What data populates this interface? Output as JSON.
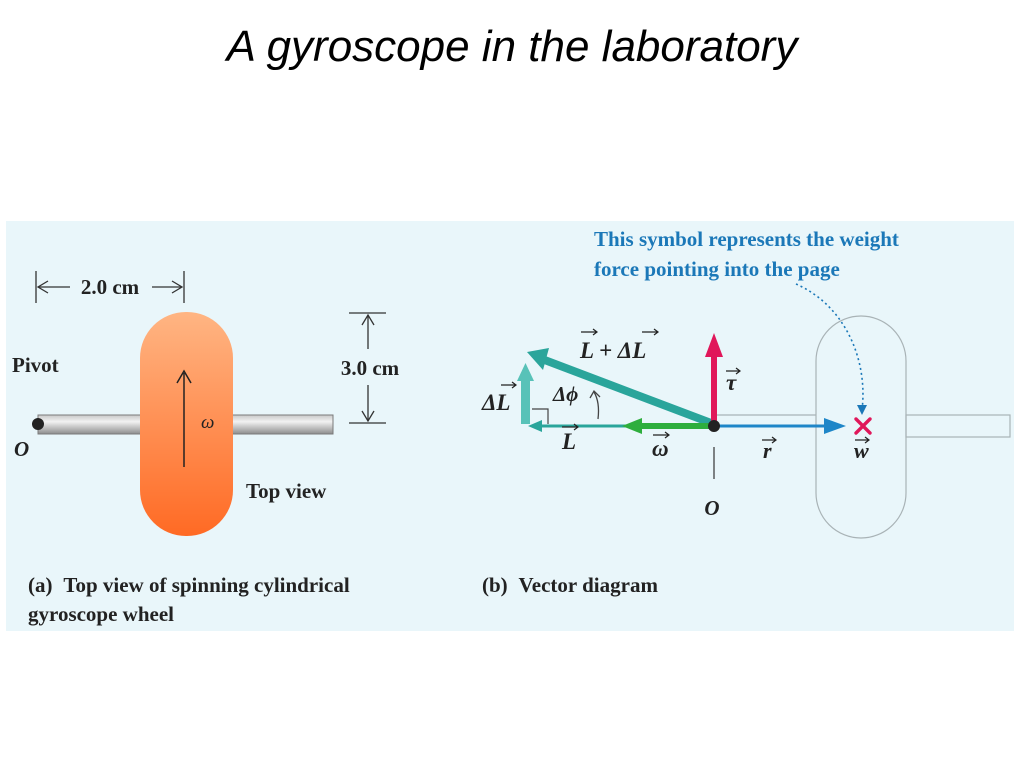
{
  "slide": {
    "title": "A gyroscope in the laboratory"
  },
  "colors": {
    "panel_bg": "#e9f6fa",
    "wheel_top": "#ffb583",
    "wheel_bottom": "#ff6a24",
    "axle": "#9a9a9a",
    "torque": "#e0175a",
    "angular_momentum": "#2aa59b",
    "delta_L": "#58c2b8",
    "omega_vector": "#2eae3d",
    "r_vector": "#1e86c8",
    "weight_symbol": "#e0175a",
    "callout_text": "#1b78b8"
  },
  "panel_a": {
    "dimension_width": "2.0 cm",
    "dimension_height": "3.0 cm",
    "pivot_label": "Pivot",
    "origin_label": "O",
    "omega_label": "ω",
    "top_view_label": "Top view",
    "caption_tag": "(a)",
    "caption_line1": "Top view of spinning cylindrical",
    "caption_line2": "gyroscope wheel"
  },
  "panel_b": {
    "callout_line1": "This symbol represents the weight",
    "callout_line2": "force pointing into the page",
    "L_plus_dL_label": "L + ΔL",
    "dL_label": "ΔL",
    "dphi_label": "Δϕ",
    "L_label": "L",
    "tau_label": "τ",
    "omega_label": "ω",
    "r_label": "r",
    "w_label": "w",
    "origin_label": "O",
    "caption_tag": "(b)",
    "caption_text": "Vector diagram"
  }
}
